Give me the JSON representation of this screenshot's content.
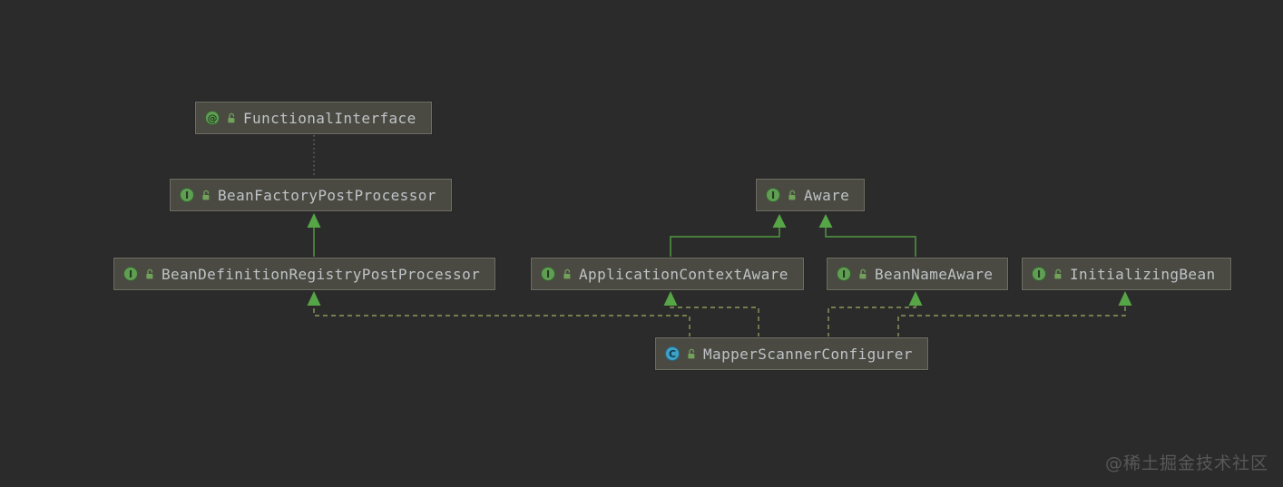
{
  "diagram": {
    "tool": "uml-class-diagram",
    "nodes": {
      "functionalInterface": {
        "label": "FunctionalInterface",
        "kind": "annotation",
        "icon_letter": "@",
        "visibility": "public"
      },
      "beanFactoryPostProcessor": {
        "label": "BeanFactoryPostProcessor",
        "kind": "interface",
        "icon_letter": "I",
        "visibility": "public"
      },
      "aware": {
        "label": "Aware",
        "kind": "interface",
        "icon_letter": "I",
        "visibility": "public"
      },
      "beanDefinitionRegistryPostProcessor": {
        "label": "BeanDefinitionRegistryPostProcessor",
        "kind": "interface",
        "icon_letter": "I",
        "visibility": "public"
      },
      "applicationContextAware": {
        "label": "ApplicationContextAware",
        "kind": "interface",
        "icon_letter": "I",
        "visibility": "public"
      },
      "beanNameAware": {
        "label": "BeanNameAware",
        "kind": "interface",
        "icon_letter": "I",
        "visibility": "public"
      },
      "initializingBean": {
        "label": "InitializingBean",
        "kind": "interface",
        "icon_letter": "I",
        "visibility": "public"
      },
      "mapperScannerConfigurer": {
        "label": "MapperScannerConfigurer",
        "kind": "class",
        "icon_letter": "C",
        "visibility": "public"
      }
    },
    "edges": [
      {
        "from": "BeanFactoryPostProcessor",
        "to": "FunctionalInterface",
        "type": "annotated-by",
        "style": "dotted"
      },
      {
        "from": "BeanDefinitionRegistryPostProcessor",
        "to": "BeanFactoryPostProcessor",
        "type": "extends",
        "style": "solid"
      },
      {
        "from": "ApplicationContextAware",
        "to": "Aware",
        "type": "extends",
        "style": "solid"
      },
      {
        "from": "BeanNameAware",
        "to": "Aware",
        "type": "extends",
        "style": "solid"
      },
      {
        "from": "MapperScannerConfigurer",
        "to": "BeanDefinitionRegistryPostProcessor",
        "type": "implements",
        "style": "dashed"
      },
      {
        "from": "MapperScannerConfigurer",
        "to": "ApplicationContextAware",
        "type": "implements",
        "style": "dashed"
      },
      {
        "from": "MapperScannerConfigurer",
        "to": "BeanNameAware",
        "type": "implements",
        "style": "dashed"
      },
      {
        "from": "MapperScannerConfigurer",
        "to": "InitializingBean",
        "type": "implements",
        "style": "dashed"
      }
    ],
    "colors": {
      "background": "#2b2b2b",
      "node_fill": "#4a4a43",
      "node_border": "#6e6e65",
      "node_text": "#bfc3c6",
      "solid_edge": "#4e8b3f",
      "arrowhead": "#56a546",
      "dashed_edge": "#8b9a5b",
      "dotted_edge": "#707070",
      "interface_icon": "#5f9e53",
      "class_icon": "#3fa0c6",
      "watermark": "#585858"
    }
  },
  "watermark": {
    "text": "@稀土掘金技术社区"
  }
}
